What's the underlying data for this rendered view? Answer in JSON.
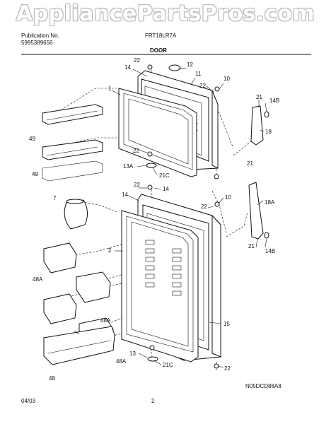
{
  "watermark": "AppliancePartsPros.com",
  "header": {
    "publication_label": "Publication No.",
    "publication_no": "5995389656",
    "model": "FRT18LR7A",
    "section": "DOOR"
  },
  "footer": {
    "date": "04/03",
    "page": "2",
    "drawing_code": "N05DCD88A8"
  },
  "callouts": [
    "22",
    "12",
    "14",
    "11",
    "10",
    "1",
    "22",
    "21",
    "14B",
    "18",
    "49",
    "49",
    "22",
    "13A",
    "21C",
    "21",
    "22",
    "14",
    "7",
    "14",
    "10",
    "22",
    "18A",
    "2",
    "21",
    "14B",
    "48A",
    "48A",
    "15",
    "13",
    "48A",
    "48",
    "21C",
    "22"
  ],
  "icons": [
    "freezer-door-icon",
    "fresh-food-door-icon",
    "door-gasket-icon",
    "door-shelf-icon",
    "door-bin-icon",
    "hinge-icon",
    "crisper-icon"
  ]
}
